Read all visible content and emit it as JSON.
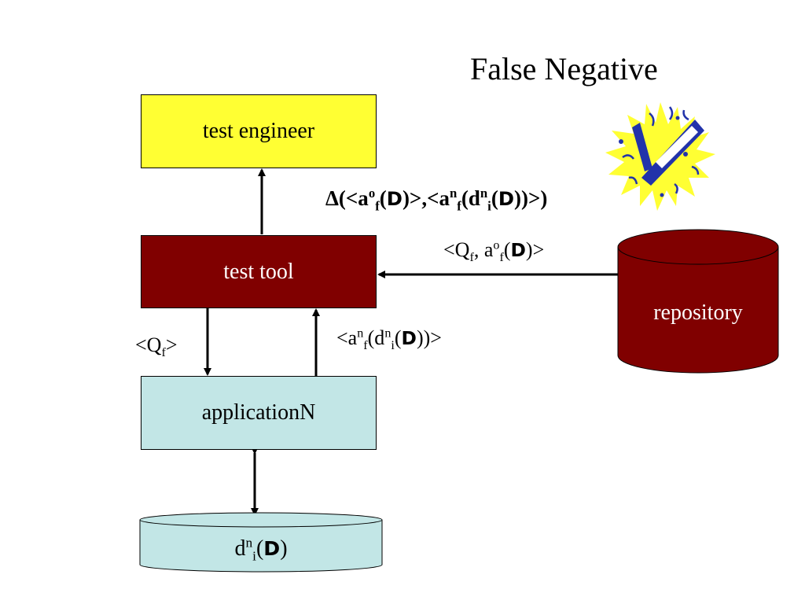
{
  "title": "False Negative",
  "nodes": {
    "test_engineer": "test engineer",
    "test_tool": "test tool",
    "application": "applicationN",
    "repository": "repository"
  },
  "database": {
    "d": "d",
    "sup": "n",
    "sub": "i",
    "open": "(",
    "D": "D",
    "close": ")"
  },
  "delta_label": {
    "delta": "Δ(<a",
    "s1": "o",
    "b1": "f",
    "p1": "(",
    "D1": "D",
    "m1": ")>,<a",
    "s2": "n",
    "b2": "f",
    "m2": "(d",
    "s3": "n",
    "b3": "i",
    "p3": "(",
    "D2": "D",
    "end": "))>)"
  },
  "repo_label": {
    "a": "<Q",
    "b1": "f",
    "c": ", a",
    "s1": "o",
    "b2": "f",
    "p": "(",
    "D": "D",
    "end": ")>"
  },
  "query_label": {
    "a": "<Q",
    "b": "f",
    "end": ">"
  },
  "answer_label": {
    "a": "<a",
    "s1": "n",
    "b1": "f",
    "m": "(d",
    "s2": "n",
    "b2": "i",
    "p": "(",
    "D": "D",
    "end": "))>"
  },
  "colors": {
    "test_engineer": "#ffff33",
    "test_tool": "#800000",
    "application": "#c2e6e6",
    "repository": "#800000",
    "database": "#c2e6e6"
  },
  "icons": {
    "celebration": "celebration-clipart-icon"
  }
}
